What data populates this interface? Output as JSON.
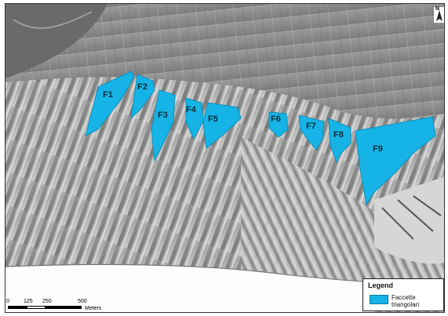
{
  "map": {
    "facets": [
      {
        "id": "F1"
      },
      {
        "id": "F2"
      },
      {
        "id": "F3"
      },
      {
        "id": "F4"
      },
      {
        "id": "F5"
      },
      {
        "id": "F6"
      },
      {
        "id": "F7"
      },
      {
        "id": "F8"
      },
      {
        "id": "F9"
      }
    ],
    "facet_color": "#16b4e6"
  },
  "legend": {
    "title": "Legend",
    "item_label": "Faccette triangolari"
  },
  "scalebar": {
    "ticks": [
      "0",
      "125",
      "250",
      "500"
    ],
    "unit": "Meters"
  },
  "north_arrow": {
    "letter": "N"
  }
}
